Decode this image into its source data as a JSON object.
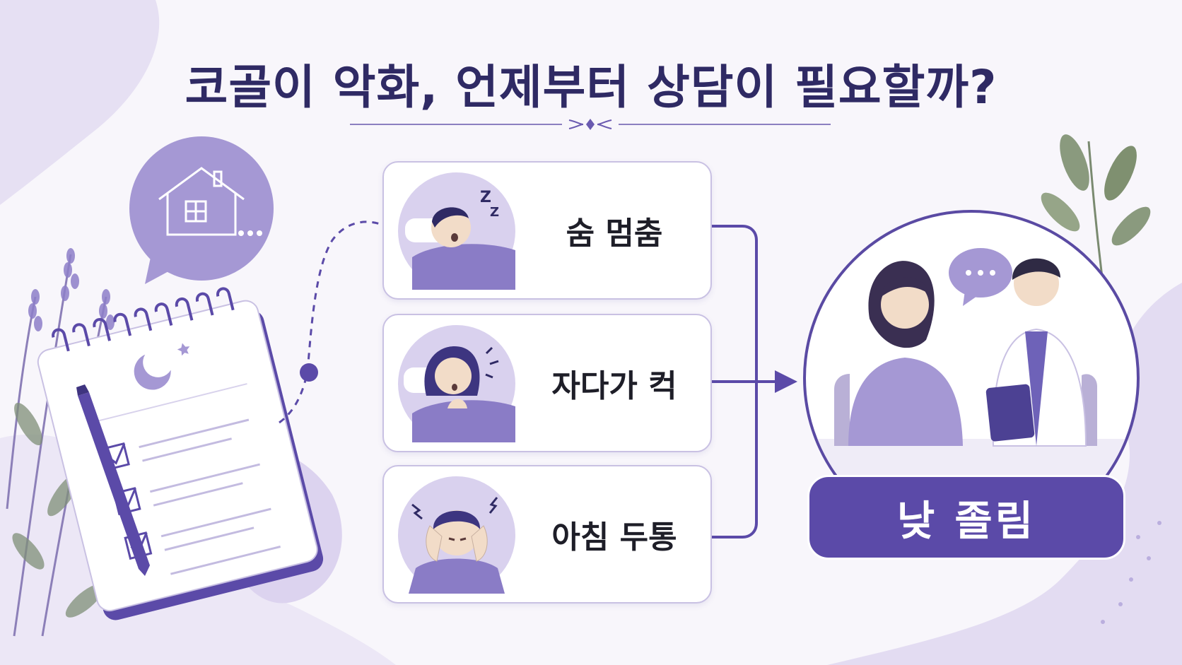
{
  "title": "코골이 악화, 언제부터 상담이 필요할까?",
  "symptoms": [
    {
      "label": "숨 멈춤",
      "icon": "sleeping-man-icon"
    },
    {
      "label": "자다가 컥",
      "icon": "choking-woman-icon"
    },
    {
      "label": "아침 두통",
      "icon": "headache-person-icon"
    }
  ],
  "result": {
    "label": "낮 졸림",
    "icon": "doctor-consultation-icon"
  },
  "left_panel": {
    "bubble_icon": "home-icon",
    "notepad_icon": "checklist-notepad-icon"
  },
  "colors": {
    "accent": "#5b4aa8",
    "title": "#2f2a64",
    "lavender_light": "#d9d1ee",
    "lavender_mid": "#a99bd6"
  }
}
